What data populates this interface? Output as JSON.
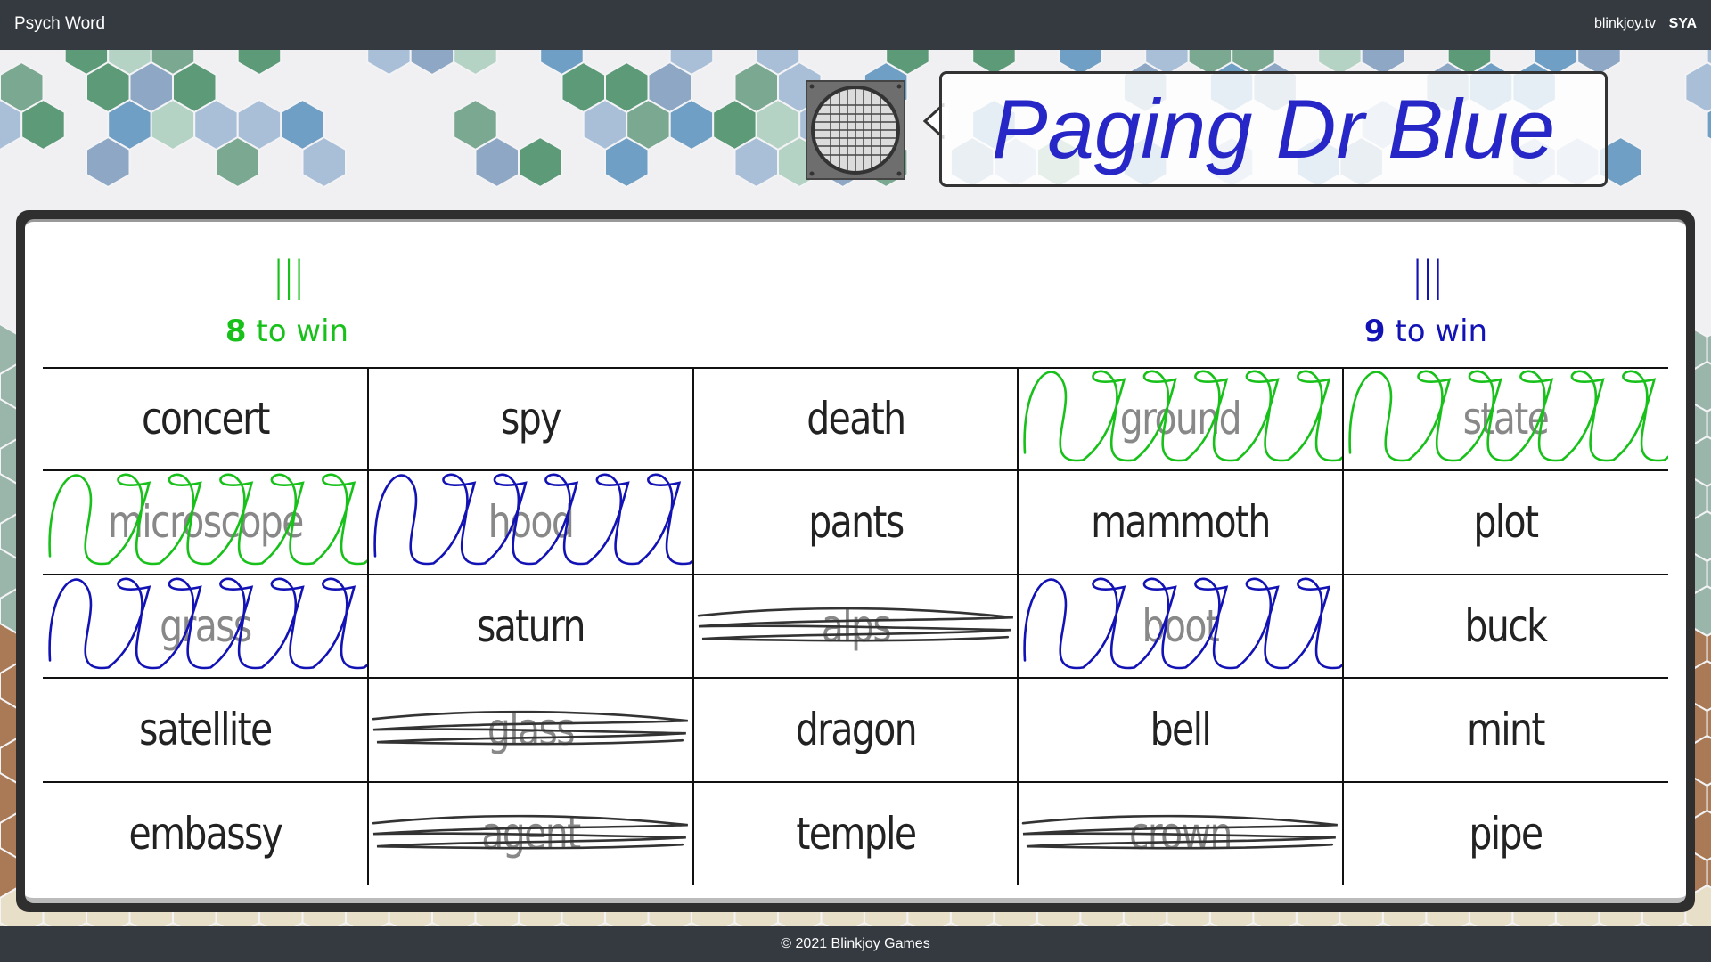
{
  "header": {
    "app_title": "Psych Word",
    "site_link": "blinkjoy.tv",
    "user_code": "SYA"
  },
  "clue": {
    "text": "Paging Dr Blue",
    "color": "#2727c7"
  },
  "teams": [
    {
      "name": "green",
      "color": "#18c01a",
      "tally": "|||",
      "remaining": "8",
      "to_win_label": "to win"
    },
    {
      "name": "blue",
      "color": "#1212b5",
      "tally": "|||",
      "remaining": "9",
      "to_win_label": "to win"
    }
  ],
  "board": {
    "rows": 5,
    "cols": 5,
    "cells": [
      {
        "word": "concert",
        "mark": "none"
      },
      {
        "word": "spy",
        "mark": "none"
      },
      {
        "word": "death",
        "mark": "none"
      },
      {
        "word": "ground",
        "mark": "green"
      },
      {
        "word": "state",
        "mark": "green"
      },
      {
        "word": "microscope",
        "mark": "green"
      },
      {
        "word": "hood",
        "mark": "blue"
      },
      {
        "word": "pants",
        "mark": "none"
      },
      {
        "word": "mammoth",
        "mark": "none"
      },
      {
        "word": "plot",
        "mark": "none"
      },
      {
        "word": "grass",
        "mark": "blue"
      },
      {
        "word": "saturn",
        "mark": "none"
      },
      {
        "word": "alps",
        "mark": "neutral"
      },
      {
        "word": "boot",
        "mark": "blue"
      },
      {
        "word": "buck",
        "mark": "none"
      },
      {
        "word": "satellite",
        "mark": "none"
      },
      {
        "word": "glass",
        "mark": "neutral"
      },
      {
        "word": "dragon",
        "mark": "none"
      },
      {
        "word": "bell",
        "mark": "none"
      },
      {
        "word": "mint",
        "mark": "none"
      },
      {
        "word": "embassy",
        "mark": "none"
      },
      {
        "word": "agent",
        "mark": "neutral"
      },
      {
        "word": "temple",
        "mark": "none"
      },
      {
        "word": "crown",
        "mark": "neutral"
      },
      {
        "word": "pipe",
        "mark": "none"
      }
    ]
  },
  "colors": {
    "topbar": "#343a40",
    "green_mark": "#18c01a",
    "blue_mark": "#1212b5",
    "neutral_mark": "#333333"
  },
  "footer": {
    "text": "© 2021 Blinkjoy Games"
  }
}
